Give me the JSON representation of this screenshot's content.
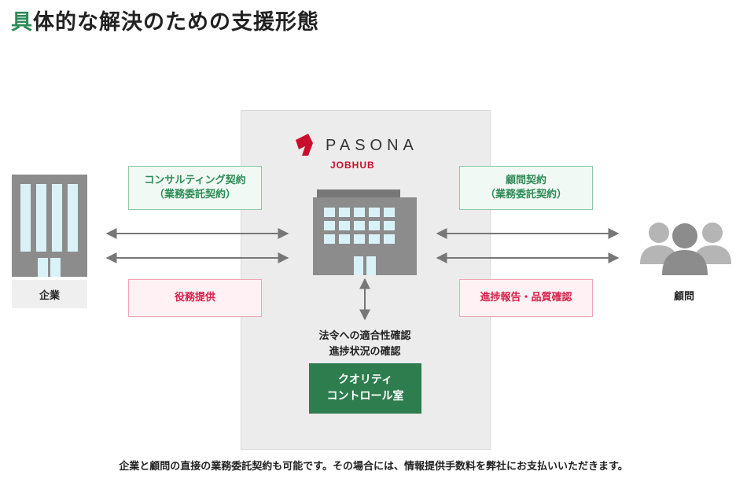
{
  "page": {
    "title_accent": "具",
    "title_rest": "体的な解決のための支援形態"
  },
  "brand": {
    "name": "PASONA",
    "sub": "JOBHUB",
    "accent_color": "#c8102e"
  },
  "left_party": {
    "label": "企業",
    "icon": "office-building-icon"
  },
  "right_party": {
    "label": "顧問",
    "icon": "people-group-icon"
  },
  "center_icon": "company-building-icon",
  "left_contract": {
    "line1": "コンサルティング契約",
    "line2": "（業務委託契約）"
  },
  "left_service": "役務提供",
  "right_contract": {
    "line1": "顧問契約",
    "line2": "（業務委託契約）"
  },
  "right_report": "進捗報告・品質確認",
  "checks": {
    "line1": "法令への適合性確認",
    "line2": "進捗状況の確認"
  },
  "qc_room": {
    "line1": "クオリティ",
    "line2": "コントロール室"
  },
  "footer_note": "企業と顧問の直接の業務委託契約も可能です。その場合には、情報提供手数料を弊社にお支払いいただきます。",
  "colors": {
    "green": "#2e8b57",
    "pink": "#d6204b",
    "qc_green": "#2e7d4f",
    "building_gray": "#8c8c8c",
    "window_blue": "#d9f2f7"
  }
}
